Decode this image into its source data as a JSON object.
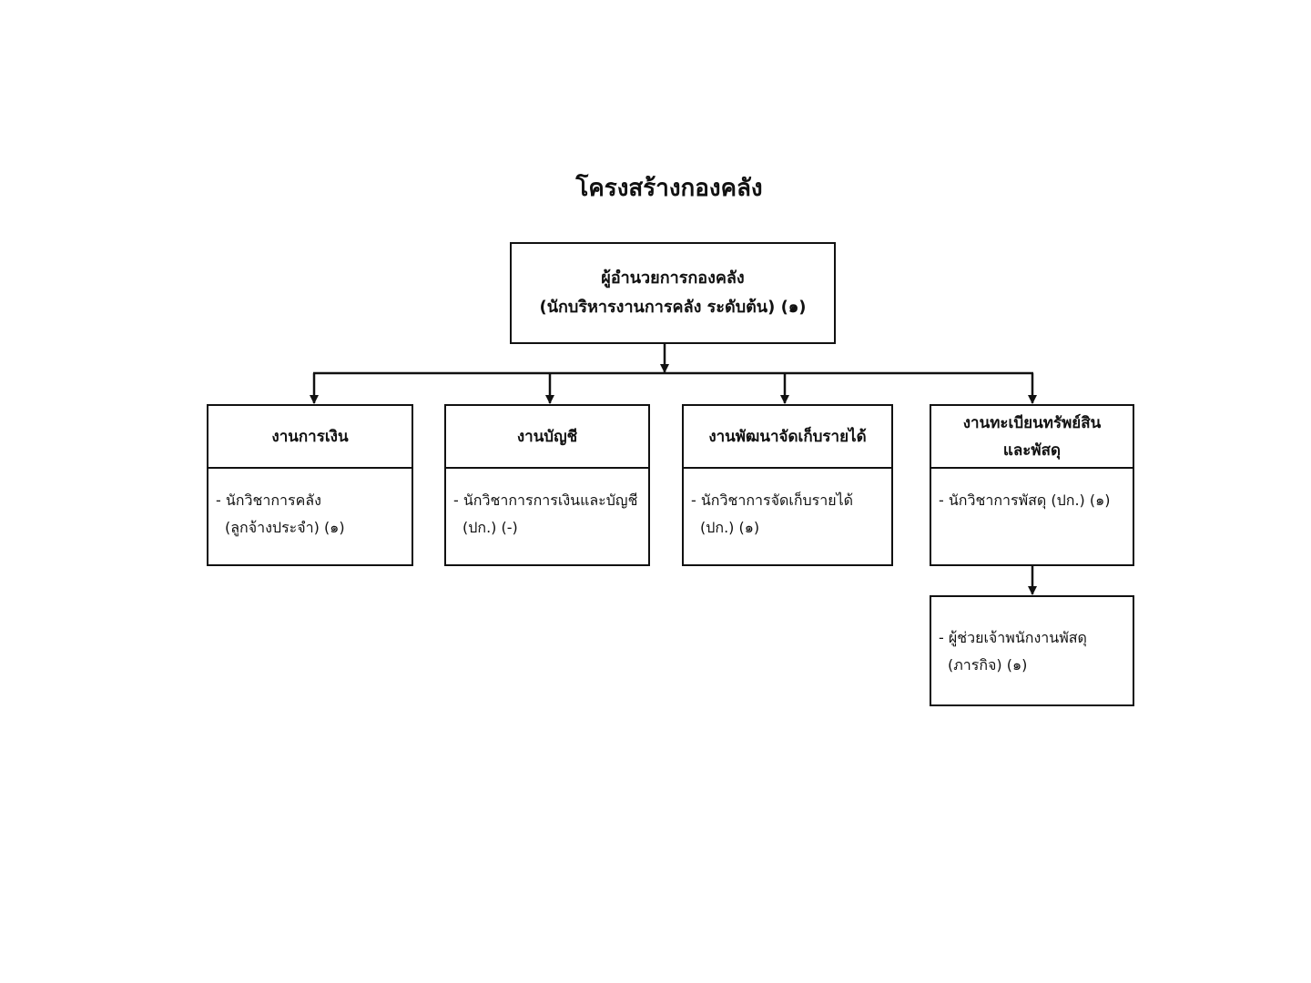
{
  "title": "โครงสร้างกองคลัง",
  "director": {
    "line1": "ผู้อำนวยการกองคลัง",
    "line2": "(นักบริหารงานการคลัง ระดับต้น) (๑)"
  },
  "units": [
    {
      "name_lines": [
        "งานการเงิน"
      ],
      "staff_line1": "- นักวิชาการคลัง",
      "staff_line2": "(ลูกจ้างประจำ) (๑)"
    },
    {
      "name_lines": [
        "งานบัญชี"
      ],
      "staff_line1": "- นักวิชาการการเงินและบัญชี",
      "staff_line2": "(ปก.) (-)"
    },
    {
      "name_lines": [
        "งานพัฒนาจัดเก็บรายได้"
      ],
      "staff_line1": "- นักวิชาการจัดเก็บรายได้",
      "staff_line2": "(ปก.) (๑)"
    },
    {
      "name_lines": [
        "งานทะเบียนทรัพย์สิน",
        "และพัสดุ"
      ],
      "staff_line1": "- นักวิชาการพัสดุ (ปก.) (๑)",
      "staff_line2": ""
    }
  ],
  "sub_unit": {
    "line1": "- ผู้ช่วยเจ้าพนักงานพัสดุ",
    "line2": "(ภารกิจ) (๑)"
  }
}
